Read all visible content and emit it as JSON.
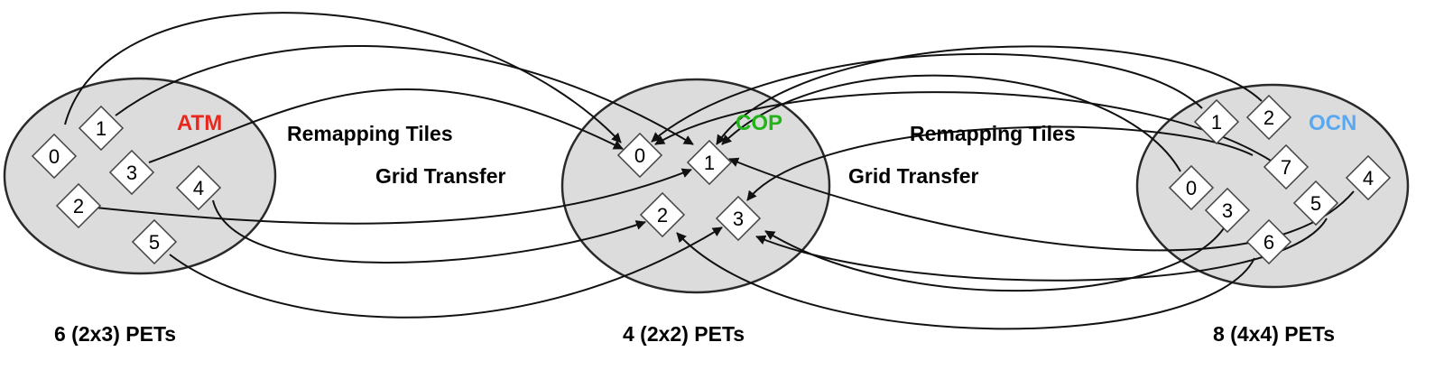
{
  "colors": {
    "ellipse_fill": "#dcdcdc",
    "ellipse_stroke": "#2a2a2a",
    "edge": "#111111",
    "atm": "#e8271d",
    "cop": "#22b51a",
    "ocn": "#5aa9f0"
  },
  "components": [
    {
      "id": "atm",
      "name": "ATM",
      "pets": "6 (2x3) PETs",
      "tiles": [
        "0",
        "1",
        "3",
        "4",
        "2",
        "5"
      ]
    },
    {
      "id": "cop",
      "name": "COP",
      "pets": "4 (2x2) PETs",
      "tiles": [
        "0",
        "1",
        "2",
        "3"
      ]
    },
    {
      "id": "ocn",
      "name": "OCN",
      "pets": "8 (4x4) PETs",
      "tiles": [
        "1",
        "2",
        "0",
        "7",
        "4",
        "3",
        "5",
        "6"
      ]
    }
  ],
  "annotations": {
    "left_remap": "Remapping Tiles",
    "left_grid": "Grid Transfer",
    "right_remap": "Remapping Tiles",
    "right_grid": "Grid Transfer"
  }
}
